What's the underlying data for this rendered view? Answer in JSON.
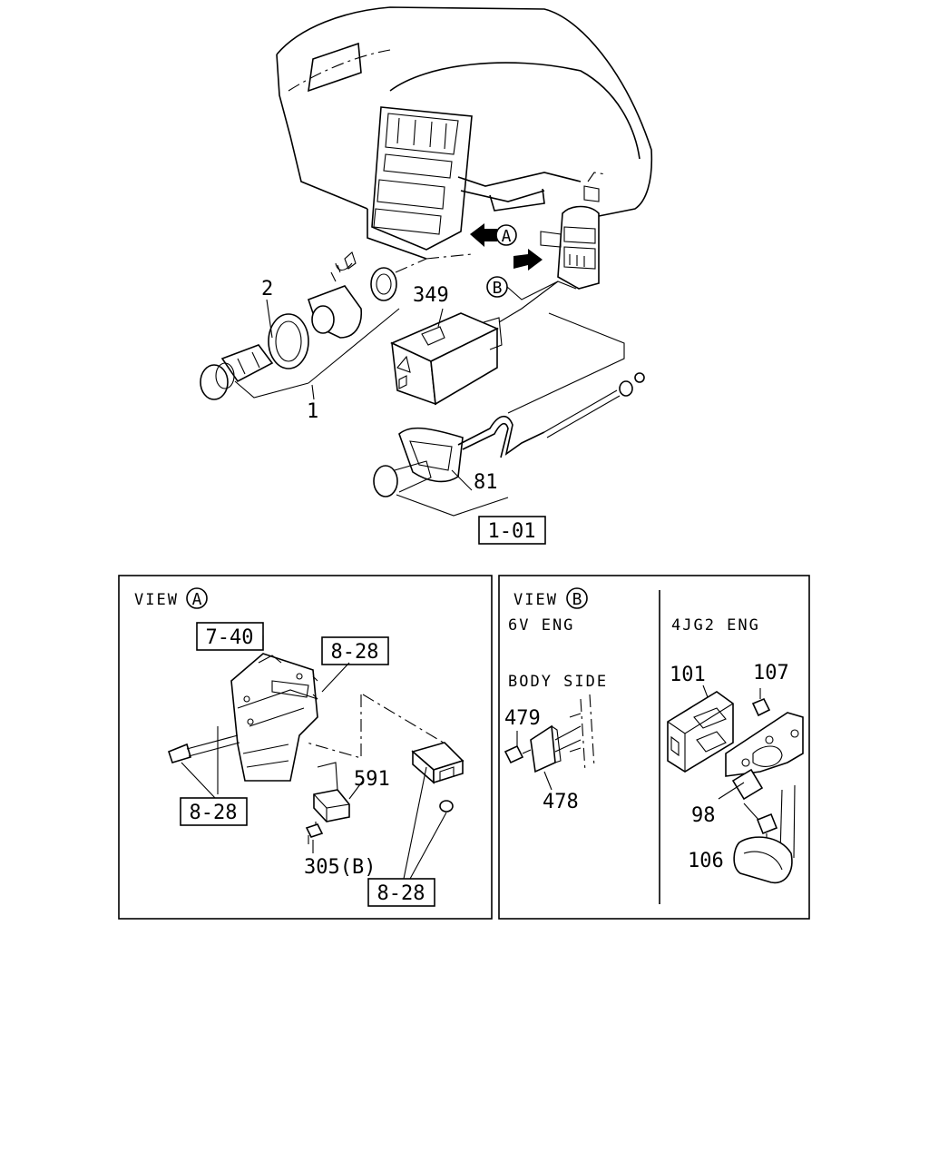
{
  "main": {
    "callouts": {
      "c2": "2",
      "c349": "349",
      "c1": "1",
      "c81": "81",
      "c1_01": "1-01",
      "circle_a": "A",
      "circle_b": "B"
    }
  },
  "view_a": {
    "title": "VIEW",
    "circle": "A",
    "refs": {
      "r7_40": "7-40",
      "r8_28_top": "8-28",
      "r8_28_left": "8-28",
      "r8_28_bottom": "8-28"
    },
    "callouts": {
      "c591": "591",
      "c305b": "305(B)"
    }
  },
  "view_b": {
    "title": "VIEW",
    "circle": "B",
    "left_col": {
      "engine": "6V ENG",
      "body_side": "BODY SIDE",
      "c479": "479",
      "c478": "478"
    },
    "right_col": {
      "engine": "4JG2 ENG",
      "c101": "101",
      "c107": "107",
      "c98": "98",
      "c106": "106"
    }
  }
}
